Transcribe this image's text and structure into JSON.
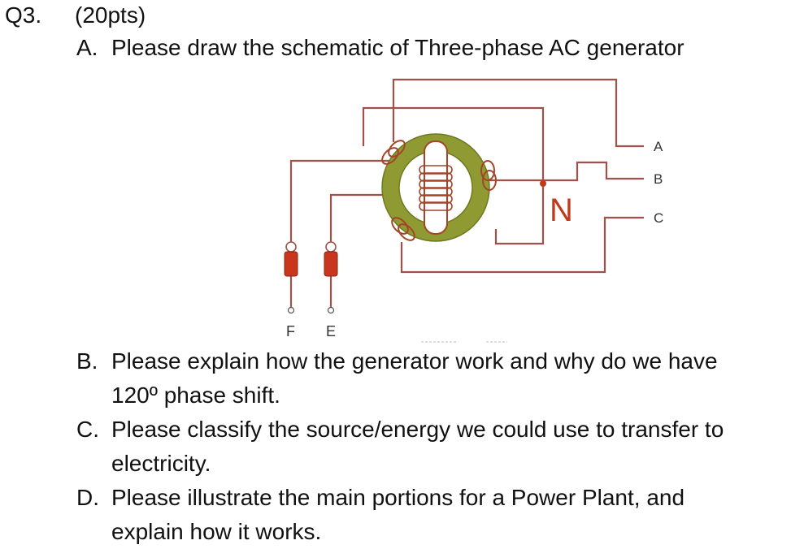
{
  "question": {
    "number": "Q3.",
    "points": "(20pts)"
  },
  "items": [
    {
      "letter": "A.",
      "lines": [
        "Please draw the schematic of Three-phase AC generator"
      ]
    },
    {
      "letter": "B.",
      "lines": [
        "Please explain how the generator work and why do we have",
        "120º phase shift."
      ]
    },
    {
      "letter": "C.",
      "lines": [
        "Please classify the source/energy we could use to transfer to",
        "electricity."
      ]
    },
    {
      "letter": "D.",
      "lines": [
        "Please illustrate the main portions for a Power Plant, and",
        "explain how it works."
      ]
    }
  ],
  "diagram": {
    "terminal_labels": [
      "A",
      "B",
      "C"
    ],
    "neutral_label": "N",
    "field_terminal_labels": [
      "F",
      "E"
    ],
    "colors": {
      "wire": "#a0524a",
      "ring_fill": "#8f9a33",
      "coil": "#a34528",
      "fuse": "#c8361e",
      "neutral": "#c23a1c"
    }
  }
}
